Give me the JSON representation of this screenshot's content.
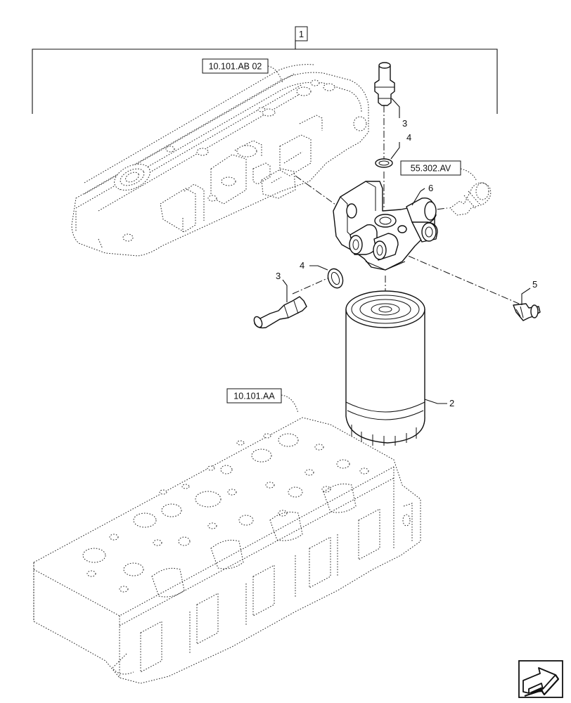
{
  "callouts": {
    "assembly": "1",
    "filter_element": "2",
    "fitting_top": "3",
    "fitting_left": "3",
    "washer_top": "4",
    "washer_left": "4",
    "bolt": "5",
    "filter_head": "6"
  },
  "references": {
    "rocker_cover": "10.101.AB 02",
    "cylinder_head": "10.101.AA",
    "sensor": "55.302.AV"
  },
  "nav": {
    "next_icon": "arrow-icon"
  }
}
